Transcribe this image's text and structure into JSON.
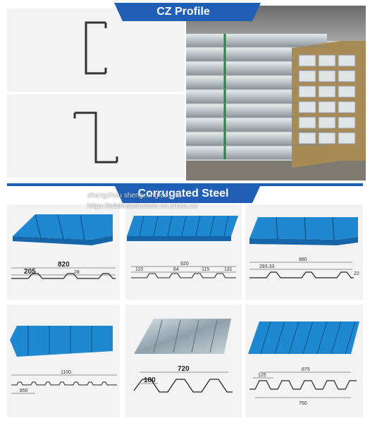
{
  "sections": {
    "cz_title": "CZ Profile",
    "corrugated_title": "Corrugated Steel"
  },
  "watermark": {
    "line1": "zhengzhou sheng...ing co., ltd",
    "line2": "https://sdsteelstructure.en.china.cn/"
  },
  "profiles": [
    {
      "dims": [
        "820",
        "205",
        "28"
      ]
    },
    {
      "dims": [
        "920",
        "115",
        "64",
        "115",
        "131"
      ]
    },
    {
      "dims": [
        "880",
        "293.33",
        "22"
      ]
    },
    {
      "dims": [
        "1100",
        "850"
      ]
    },
    {
      "dims": [
        "720",
        "180"
      ]
    },
    {
      "dims": [
        "875",
        "125",
        "750"
      ]
    }
  ],
  "colors": {
    "accent": "#1f5fb5",
    "sheet_blue": "#1e88d0",
    "galvanized": "#9fb0b8"
  }
}
